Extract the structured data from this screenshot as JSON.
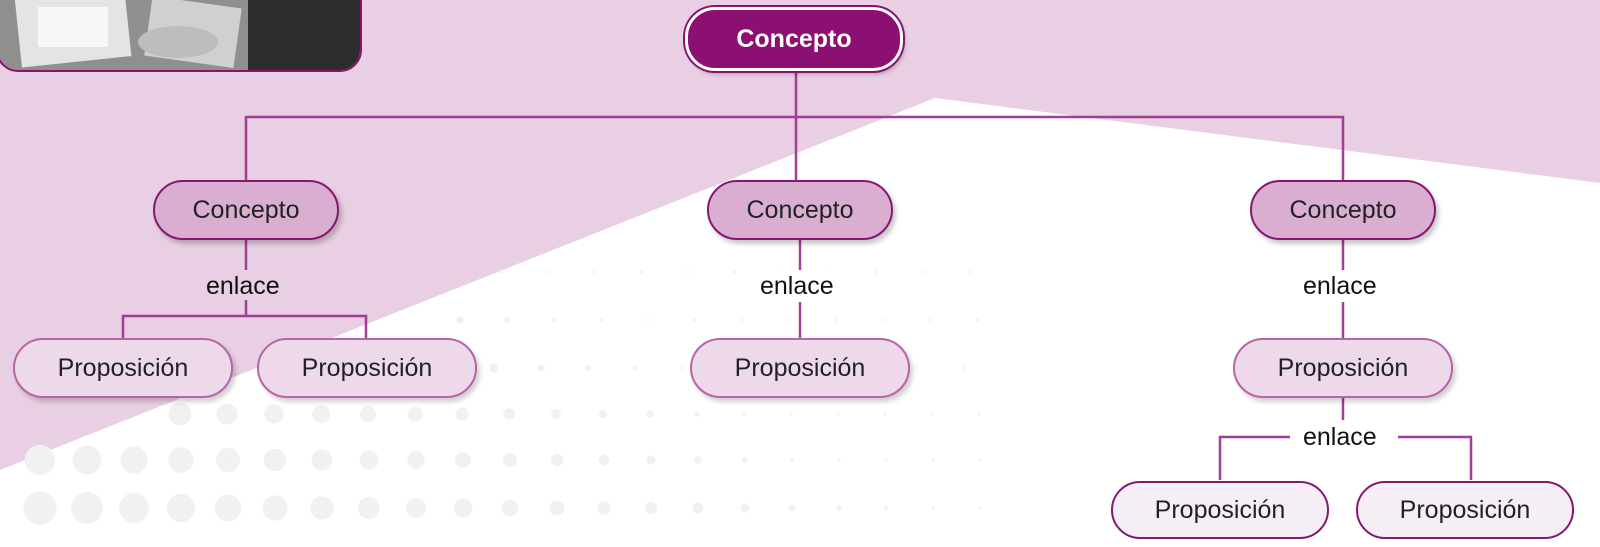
{
  "colors": {
    "accent": "#8b1072",
    "concept_fill": "#d9aed1",
    "proposition_fill": "#eed9ea",
    "band": "#e8cfe3",
    "line": "#a23f94"
  },
  "diagram": {
    "root": {
      "label": "Concepto"
    },
    "branches": [
      {
        "concept": "Concepto",
        "link": "enlace",
        "propositions": [
          "Proposición",
          "Proposición"
        ]
      },
      {
        "concept": "Concepto",
        "link": "enlace",
        "propositions": [
          "Proposición"
        ]
      },
      {
        "concept": "Concepto",
        "link": "enlace",
        "propositions": [
          "Proposición"
        ],
        "sub_link": "enlace",
        "sub_propositions": [
          "Proposición",
          "Proposición"
        ]
      }
    ]
  }
}
